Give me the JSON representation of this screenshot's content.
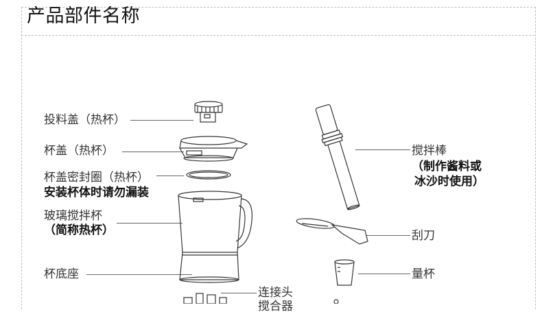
{
  "heading": "产品部件名称",
  "parts": {
    "feed_cap": "投料盖（热杯）",
    "lid": "杯盖（热杯）",
    "lid_seal": "杯盖密封圈（热杯）",
    "lid_seal_note": "安装杯体时请勿漏装",
    "glass_jar_line1": "玻璃搅拌杯",
    "glass_jar_line2": "（简称热杯）",
    "jar_base": "杯底座",
    "coupler": "连接头",
    "blade_cut": "搅合器",
    "tamper": "搅拌棒",
    "tamper_note1": "（制作酱料或",
    "tamper_note2": "冰沙时使用）",
    "spatula": "刮刀",
    "measuring_cup": "量杯"
  }
}
